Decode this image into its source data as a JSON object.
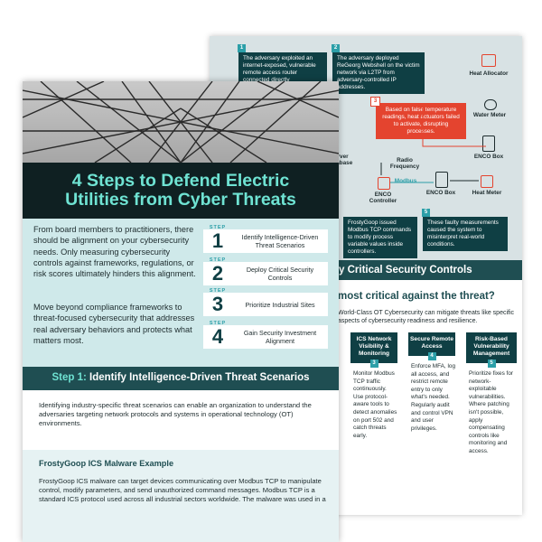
{
  "back": {
    "callouts": [
      {
        "num": "1",
        "text": "The adversary exploited an internet-exposed, vulnerable remote access router connected directly"
      },
      {
        "num": "2",
        "text": "The adversary deployed ReGeorg Webshell on the victim network via L2TP from adversary-controlled IP addresses."
      },
      {
        "num": "3",
        "text": "Based on false temperature readings, heat actuators failed to activate, disrupting processes."
      },
      {
        "num": "4",
        "text": "FrostyGoop issued Modbus TCP commands to modify process variable values inside controllers."
      },
      {
        "num": "5",
        "text": "These faulty measurements caused the system to misinterpret real-world conditions."
      }
    ],
    "devices": {
      "heat_allocator": "Heat Allocator",
      "water_meter": "Water Meter",
      "enco_box_top": "ENCO Box",
      "server_db": "erver tabase",
      "radio": "Radio Frequency",
      "modbus": "Modbus",
      "enco_controller": "ENCO Controller",
      "enco_box": "ENCO Box",
      "heat_meter": "Heat Meter"
    },
    "section_title": "y Critical Security Controls",
    "question": "most critical against the threat?",
    "text": "World-Class OT Cybersecurity can mitigate threats like specific aspects of cybersecurity readiness and resilience.",
    "columns": [
      {
        "num": "3",
        "head": "ICS Network Visibility & Monitoring",
        "body": "Monitor Modbus TCP traffic continuously. Use protocol-aware tools to detect anomalies on port 502 and catch threats early."
      },
      {
        "num": "4",
        "head": "Secure Remote Access",
        "body": "Enforce MFA, log all access, and restrict remote entry to only what's needed. Regularly audit and control VPN and user privileges."
      },
      {
        "num": "5",
        "head": "Risk-Based Vulnerability Management",
        "body": "Prioritize fixes for network-exploitable vulnerabilities. Where patching isn't possible, apply compensating controls like monitoring and access."
      }
    ]
  },
  "front": {
    "title_line1": "4 Steps to Defend Electric",
    "title_line2": "Utilities from Cyber Threats",
    "intro_p1": "From board members to practitioners, there should be alignment on your cybersecurity needs. Only measuring cybersecurity controls against frameworks, regulations, or risk scores ultimately hinders this alignment.",
    "intro_p2": "Move beyond compliance frameworks to threat-focused cybersecurity that addresses real adversary behaviors and protects what matters most.",
    "step_label": "STEP",
    "steps": [
      {
        "num": "1",
        "text": "Identify Intelligence-Driven Threat Scenarios"
      },
      {
        "num": "2",
        "text": "Deploy Critical Security Controls"
      },
      {
        "num": "3",
        "text": "Prioritize Industrial Sites"
      },
      {
        "num": "4",
        "text": "Gain Security Investment Alignment"
      }
    ],
    "step1_prefix": "Step 1:",
    "step1_title": " Identify Intelligence-Driven Threat Scenarios",
    "body_p": "Identifying industry-specific threat scenarios can enable an organization to understand the adversaries targeting network protocols and systems in operational technology (OT) environments.",
    "example_title": "FrostyGoop ICS Malware Example",
    "example_p": "FrostyGoop ICS malware can target devices communicating over Modbus TCP to manipulate control, modify parameters, and send unauthorized command messages. Modbus TCP is a standard ICS protocol used across all industrial sectors worldwide. The malware was used in a"
  },
  "colors": {
    "dark_teal": "#0f3f44",
    "band_teal": "#1f4e52",
    "accent_mint": "#6fe3d3",
    "light_teal": "#cfe9ea",
    "alert_red": "#e4442f"
  }
}
